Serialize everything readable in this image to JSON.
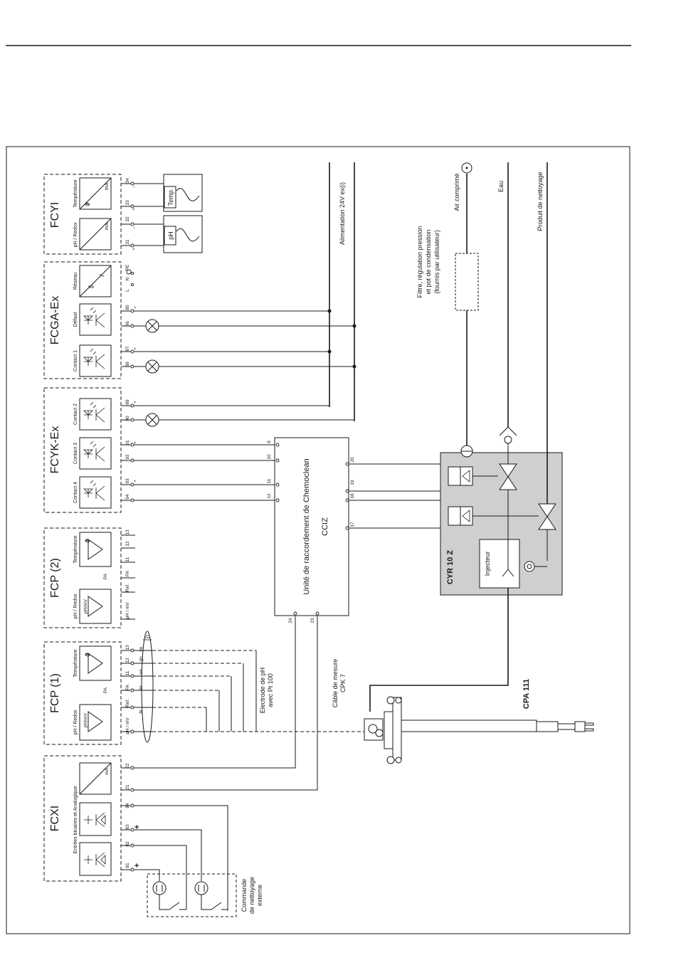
{
  "modules": {
    "fcyi": {
      "name": "FCYI",
      "ch1": "pH / Redox",
      "ch2": "Température",
      "unit": "mA",
      "terms": [
        "31",
        "32",
        "33",
        "34"
      ],
      "pol": [
        "+",
        "–",
        "+",
        "–"
      ],
      "sensors": [
        "pH",
        "Temp."
      ]
    },
    "fcga": {
      "name": "FCGA-Ex",
      "ch_reseau": "Réseau",
      "ch_defaut": "Défaut",
      "ch_contact1": "Contact 1",
      "terms": [
        "L",
        "N",
        "PE",
        "85",
        "86",
        "87",
        "88"
      ],
      "plus": "+"
    },
    "fcyk": {
      "name": "FCYK-Ex",
      "chs": [
        "Contact 2",
        "Contact 3",
        "Contact 4"
      ],
      "terms": [
        "89",
        "90",
        "91",
        "92",
        "93",
        "94"
      ],
      "plus": "+"
    },
    "fcp2": {
      "name": "FCP (2)",
      "ch1": "pH / Redox",
      "ch2": "Température",
      "pa": "PA",
      "terms": [
        "pH / mV",
        "Réf.",
        "PA",
        "11",
        "12",
        "13"
      ],
      "unit": "pH/mV"
    },
    "fcp1": {
      "name": "FCP (1)",
      "ch1": "pH / Redox",
      "ch2": "Température",
      "pa": "PA",
      "terms": [
        "pH / mV",
        "Réf.",
        "PA",
        "11",
        "12",
        "13"
      ],
      "unit": "pH/mV",
      "wires": [
        "bl",
        "br",
        "ws",
        "gn",
        "ye"
      ]
    },
    "fcxi": {
      "name": "FCXI",
      "ch": "Entrées binaires  et  Analogique",
      "unit": "mA",
      "terms": [
        "81",
        "82",
        "83",
        "84",
        "21",
        "22"
      ],
      "plus": "+"
    }
  },
  "labels": {
    "alimentation": "Alimentation 24V ex(i)",
    "filtre": [
      "Filtre, régulation pression",
      "et pot de condensation",
      "(fournis par utilisateur)"
    ],
    "air": "Air comprimé",
    "eau": "Eau",
    "produit": "Produit de nettoyage",
    "unite": "Unité de raccordement de Chemoclean",
    "cciz": "CCIZ",
    "cyr": "CYR 10 Z",
    "injecteur": "Injecteur",
    "cpa": "CPA 111",
    "cable": [
      "Câble de mesure",
      "CPK 7"
    ],
    "electrode": [
      "Electrode de pH",
      "avec Pt 100"
    ],
    "commande": [
      "Commande",
      "de nettoyage",
      "externe"
    ]
  },
  "cciz_terms": [
    "9",
    "10",
    "11",
    "12",
    "24",
    "23",
    "20",
    "19",
    "18",
    "17"
  ]
}
